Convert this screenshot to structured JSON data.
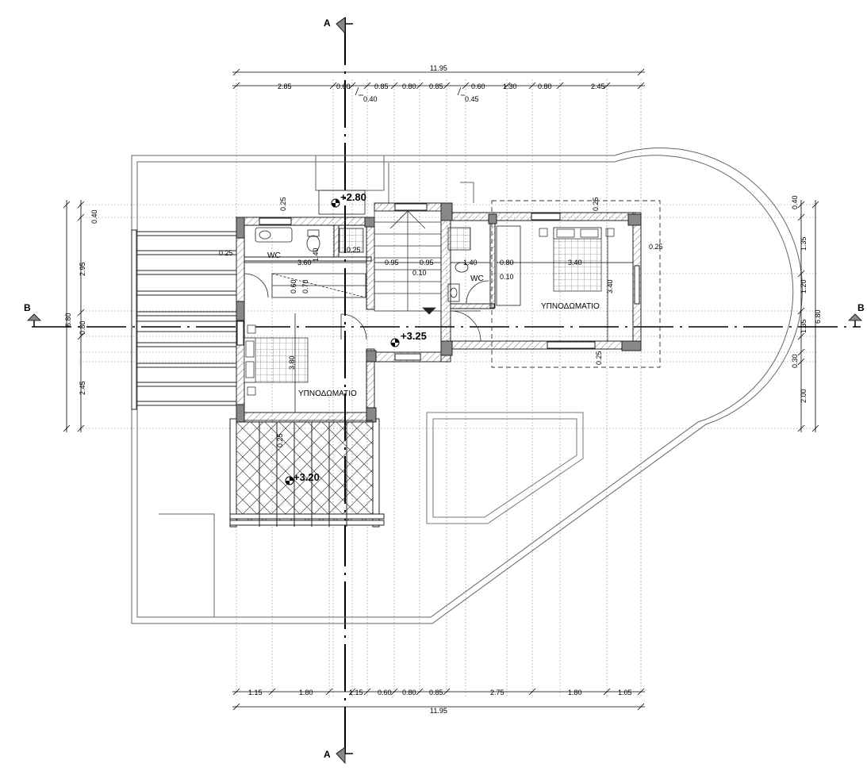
{
  "section_markers": {
    "a_top": "A",
    "a_bottom": "A",
    "b_left": "B",
    "b_right": "B"
  },
  "levels": {
    "roof": "+2.80",
    "hall": "+3.25",
    "balcony": "+3.20"
  },
  "rooms": {
    "wc_left": "WC",
    "wc_right": "WC",
    "bedroom_left": "ΥΠΝΟΔΩΜΑΤΙΟ",
    "bedroom_right": "ΥΠΝΟΔΩΜΑΤΙΟ"
  },
  "dimensions": {
    "top_total": "11.95",
    "top_chain": [
      "2.85",
      "0.60",
      "0.85",
      "0.80",
      "0.85",
      "0.60",
      "1.30",
      "0.80",
      "2.45"
    ],
    "top_sub": [
      "0.40",
      "0.45"
    ],
    "bottom_total": "11.95",
    "bottom_chain": [
      "1.15",
      "1.80",
      "1.15",
      "0.60",
      "0.80",
      "0.85",
      "2.75",
      "1.80",
      "1.05"
    ],
    "left_total": "6.80",
    "left_chain": [
      "0.40",
      "2.95",
      "0.80",
      "2.45"
    ],
    "right_total": "6.80",
    "right_chain": [
      "0.40",
      "1.35",
      "1.20",
      "1.35",
      "0.30",
      "2.00"
    ],
    "interior": {
      "d025_a": "0.25",
      "d025_b": "0.25",
      "d025_c": "0.25",
      "d025_d": "0.25",
      "d025_e": "0.25",
      "d025_f": "0.25",
      "d025_g": "0.25",
      "d360": "3.60",
      "d140_a": "1.40",
      "d140_b": "1.40",
      "d095_a": "0.95",
      "d095_b": "0.95",
      "d080": "0.80",
      "d340_h": "3.40",
      "d340_v": "3.40",
      "d010_a": "0.10",
      "d010_b": "0.10",
      "d060": "0.60",
      "d070": "0.70",
      "d380": "3.80"
    }
  }
}
